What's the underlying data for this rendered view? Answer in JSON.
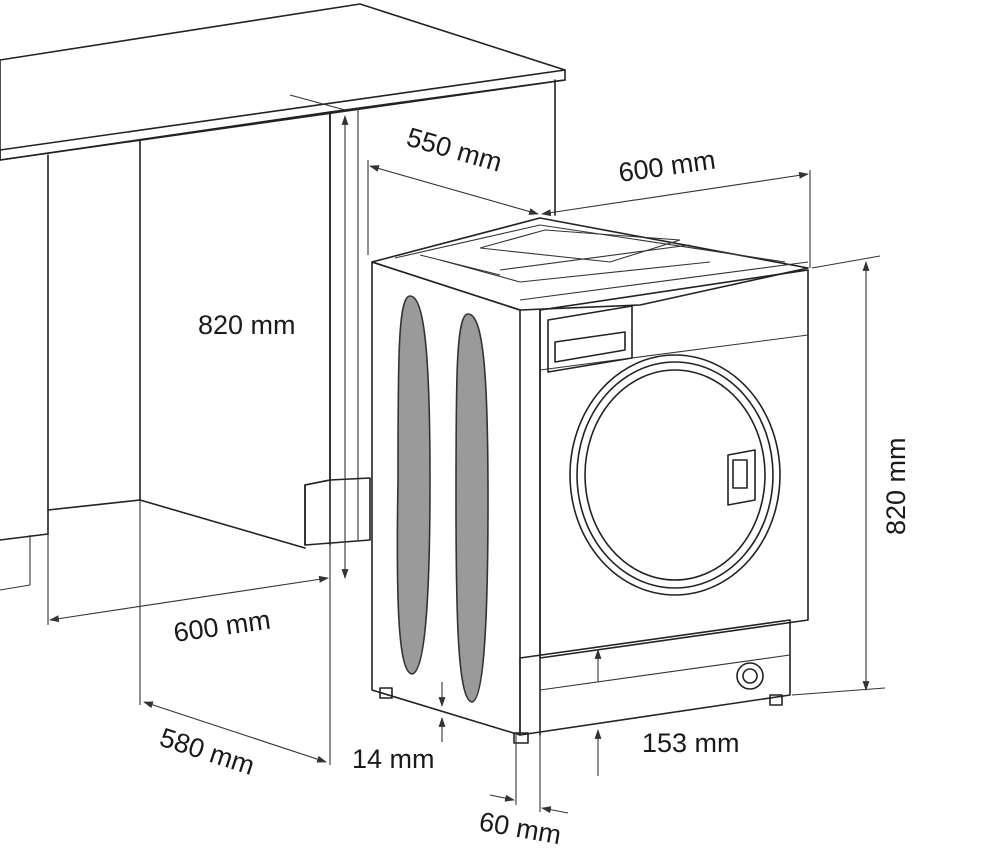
{
  "dimensions": {
    "cabinet_height": "820 mm",
    "cabinet_width": "600 mm",
    "cabinet_depth": "580 mm",
    "machine_depth": "550 mm",
    "machine_width": "600 mm",
    "machine_height": "820 mm",
    "foot_height": "14 mm",
    "foot_setback": "60 mm",
    "plinth_height": "153 mm"
  }
}
